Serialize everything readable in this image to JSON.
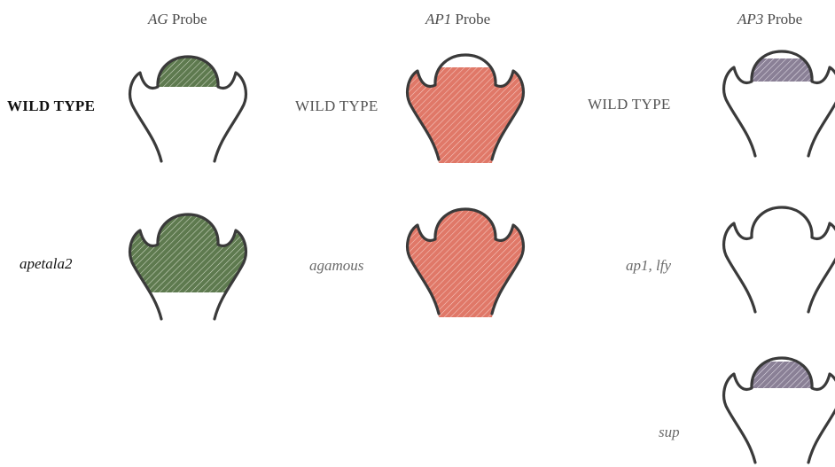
{
  "headers": {
    "ag": {
      "gene": "AG",
      "suffix": "Probe"
    },
    "ap1": {
      "gene": "AP1",
      "suffix": "Probe"
    },
    "ap3": {
      "gene": "AP3",
      "suffix": "Probe"
    }
  },
  "labels": {
    "ag_row1": "WILD TYPE",
    "ap1_row1": "WILD TYPE",
    "ap3_row1": "WILD TYPE",
    "ag_row2": "apetala2",
    "ap1_row2": "agamous",
    "ap3_row2": "ap1, lfy",
    "ap3_row3": "sup"
  },
  "colors": {
    "ag_stain": "#5e7a4f",
    "ap1_stain": "#e07868",
    "ap3_stain": "#8a8096",
    "outline": "#3a3a3a"
  },
  "panels": [
    {
      "probe": "AG",
      "genotype": "WILD TYPE",
      "expression": "center dome (inner whorls 3-4)"
    },
    {
      "probe": "AP1",
      "genotype": "WILD TYPE",
      "expression": "outer whorls 1-2"
    },
    {
      "probe": "AP3",
      "genotype": "WILD TYPE",
      "expression": "whorls 2-3"
    },
    {
      "probe": "AG",
      "genotype": "apetala2",
      "expression": "throughout flower"
    },
    {
      "probe": "AP1",
      "genotype": "agamous",
      "expression": "throughout flower"
    },
    {
      "probe": "AP3",
      "genotype": "ap1, lfy",
      "expression": "none"
    },
    {
      "probe": "AP3",
      "genotype": "sup",
      "expression": "whorls 2-3"
    }
  ]
}
